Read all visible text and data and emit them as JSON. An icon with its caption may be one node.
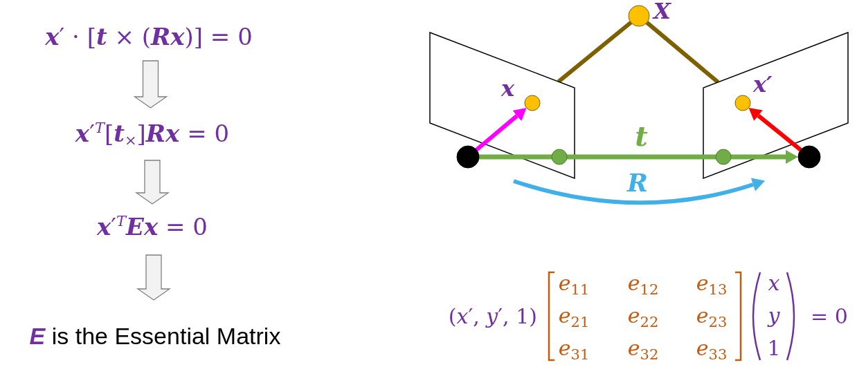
{
  "diagram": {
    "nodes": [
      {
        "text": [
          "*x*′ · [*t* × (*Rx*)] = 0"
        ]
      },
      {
        "text": [
          "*x*′$^{T}$[*t*$_{×}$]*Rx* = 0"
        ]
      },
      {
        "text": [
          "*x*′$^{T}$*Ex* = 0"
        ]
      },
      {
        "text": [
          "**E** is the Essential Matrix"
        ]
      },
      {
        "text": [
          "X"
        ]
      },
      {
        "text": [],
        "shape": "parallelogram"
      },
      {
        "text": [
          "x"
        ],
        "in": 5
      },
      {
        "text": [],
        "shape": "circle",
        "in": 5
      },
      {
        "text": [],
        "shape": "circle"
      },
      {
        "text": [],
        "shape": "parallelogram"
      },
      {
        "text": [
          "x′"
        ],
        "in": 9
      },
      {
        "text": [],
        "shape": "circle",
        "in": 9
      },
      {
        "text": [],
        "shape": "circle"
      }
    ],
    "edges": [
      {
        "from": 0,
        "to": 1,
        "arrow": "to"
      },
      {
        "from": 1,
        "to": 2,
        "arrow": "to"
      },
      {
        "from": 2,
        "to": 3,
        "arrow": "to"
      },
      {
        "from": 4,
        "to": 5,
        "arrow": "none",
        "color": "#7f6000"
      },
      {
        "from": 4,
        "to": 9,
        "arrow": "none",
        "color": "#7f6000"
      },
      {
        "from": 8,
        "to": 6,
        "arrow": "to",
        "color": "#ff00ff"
      },
      {
        "from": 12,
        "to": 10,
        "arrow": "to",
        "color": "#ff0000"
      },
      {
        "from": 8,
        "to": 7,
        "arrow": "none",
        "color": "#70ad47"
      },
      {
        "from": 7,
        "to": 11,
        "arrow": "none",
        "label": "t",
        "color": "#70ad47"
      },
      {
        "from": 11,
        "to": 12,
        "arrow": "to",
        "color": "#70ad47"
      }
    ],
    "labels": [
      "R",
      "(*x*′, *y*′, 1)",
      "*e*$_{11}$",
      "*e*$_{12}$",
      "*e*$_{13}$",
      "*e*$_{21}$",
      "*e*$_{22}$",
      "*e*$_{23}$",
      "*e*$_{31}$",
      "*e*$_{32}$",
      "*e*$_{33}$",
      "x",
      "y",
      "1",
      "= 0"
    ]
  }
}
